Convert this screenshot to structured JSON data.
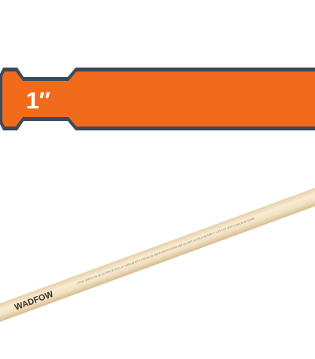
{
  "size_banner": {
    "text": "1″",
    "color": "#f26a1b",
    "outline": "#3d4a5a"
  },
  "pipe": {
    "brand": "WADFOW",
    "print": "CPVC SDR11 PN 16 2.0 MPa @ 23°C, 0.7 MPa @ 82°C (100 psi @ 180°F)  ASTM D2846  NSF-pw  HOT & COLD WATER  1\" CTS  LOT WPP-1  MADE IN CHINA",
    "color": "#f1dfbf"
  }
}
